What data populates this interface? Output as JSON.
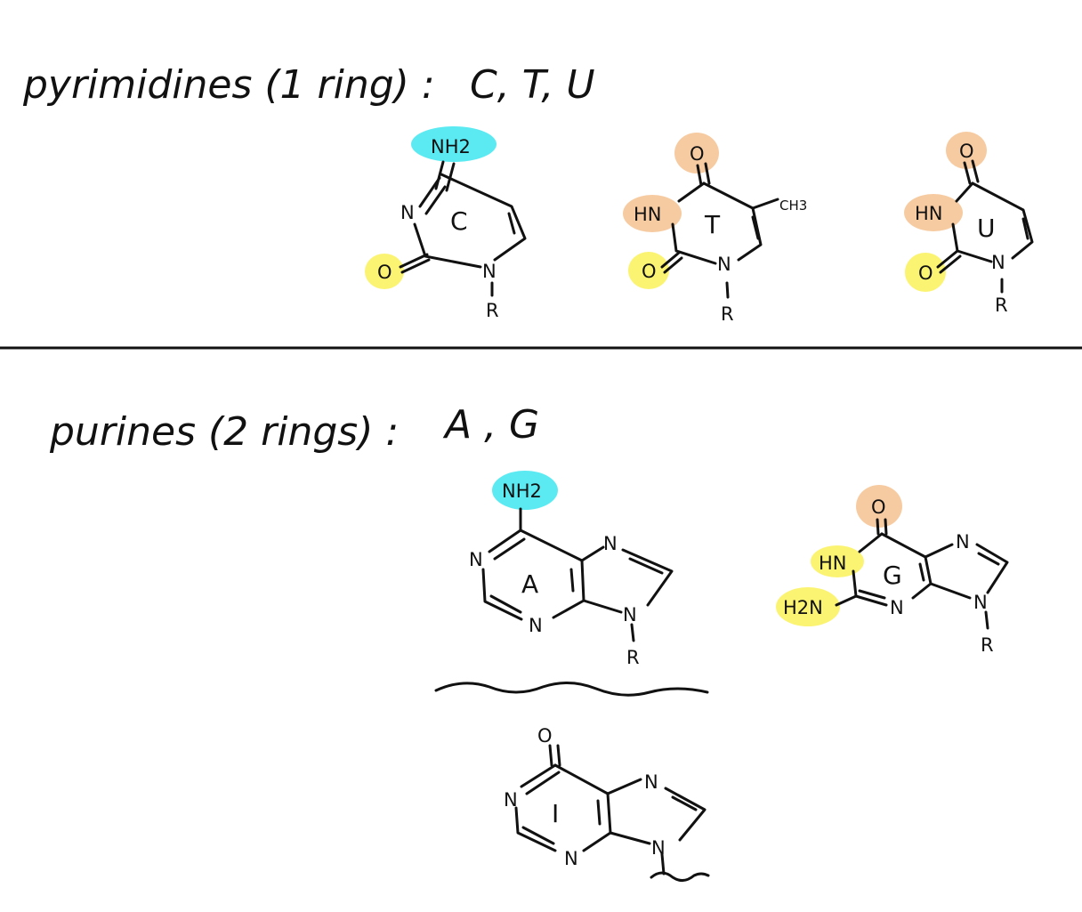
{
  "colors": {
    "ink": "#111111",
    "amine": "#3ee6f0",
    "carbonyl_oxygen": "#f6c290",
    "imide": "#faf25a",
    "background": "#ffffff"
  },
  "headings": {
    "pyrimidines": "pyrimidines (1 ring) :",
    "pyrimidine_list": "C, T, U",
    "purines": "purines (2 rings) :",
    "purine_list": "A , G"
  },
  "cytosine": {
    "amine": "NH2",
    "ring_n": "N",
    "bottom_n": "N",
    "oxygen": "O",
    "ring": "C",
    "r": "R"
  },
  "thymine": {
    "oxygen_top": "O",
    "hn": "HN",
    "methyl": "CH3",
    "ring": "T",
    "oxygen_bottom": "O",
    "n": "N",
    "r": "R"
  },
  "uracil": {
    "oxygen_top": "O",
    "hn": "HN",
    "ring": "U",
    "oxygen_bottom": "O",
    "n": "N",
    "r": "R"
  },
  "adenine": {
    "amine": "NH2",
    "n1": "N",
    "n3": "N",
    "n7": "N",
    "n9": "N",
    "ring": "A",
    "r": "R"
  },
  "guanine": {
    "oxygen": "O",
    "hn": "HN",
    "amine": "H2N",
    "n3": "N",
    "n7": "N",
    "n9": "N",
    "ring": "G",
    "r": "R"
  },
  "inosine": {
    "oxygen": "O",
    "n1": "N",
    "n3": "N",
    "n7": "N",
    "n9": "N",
    "ring": "I"
  }
}
